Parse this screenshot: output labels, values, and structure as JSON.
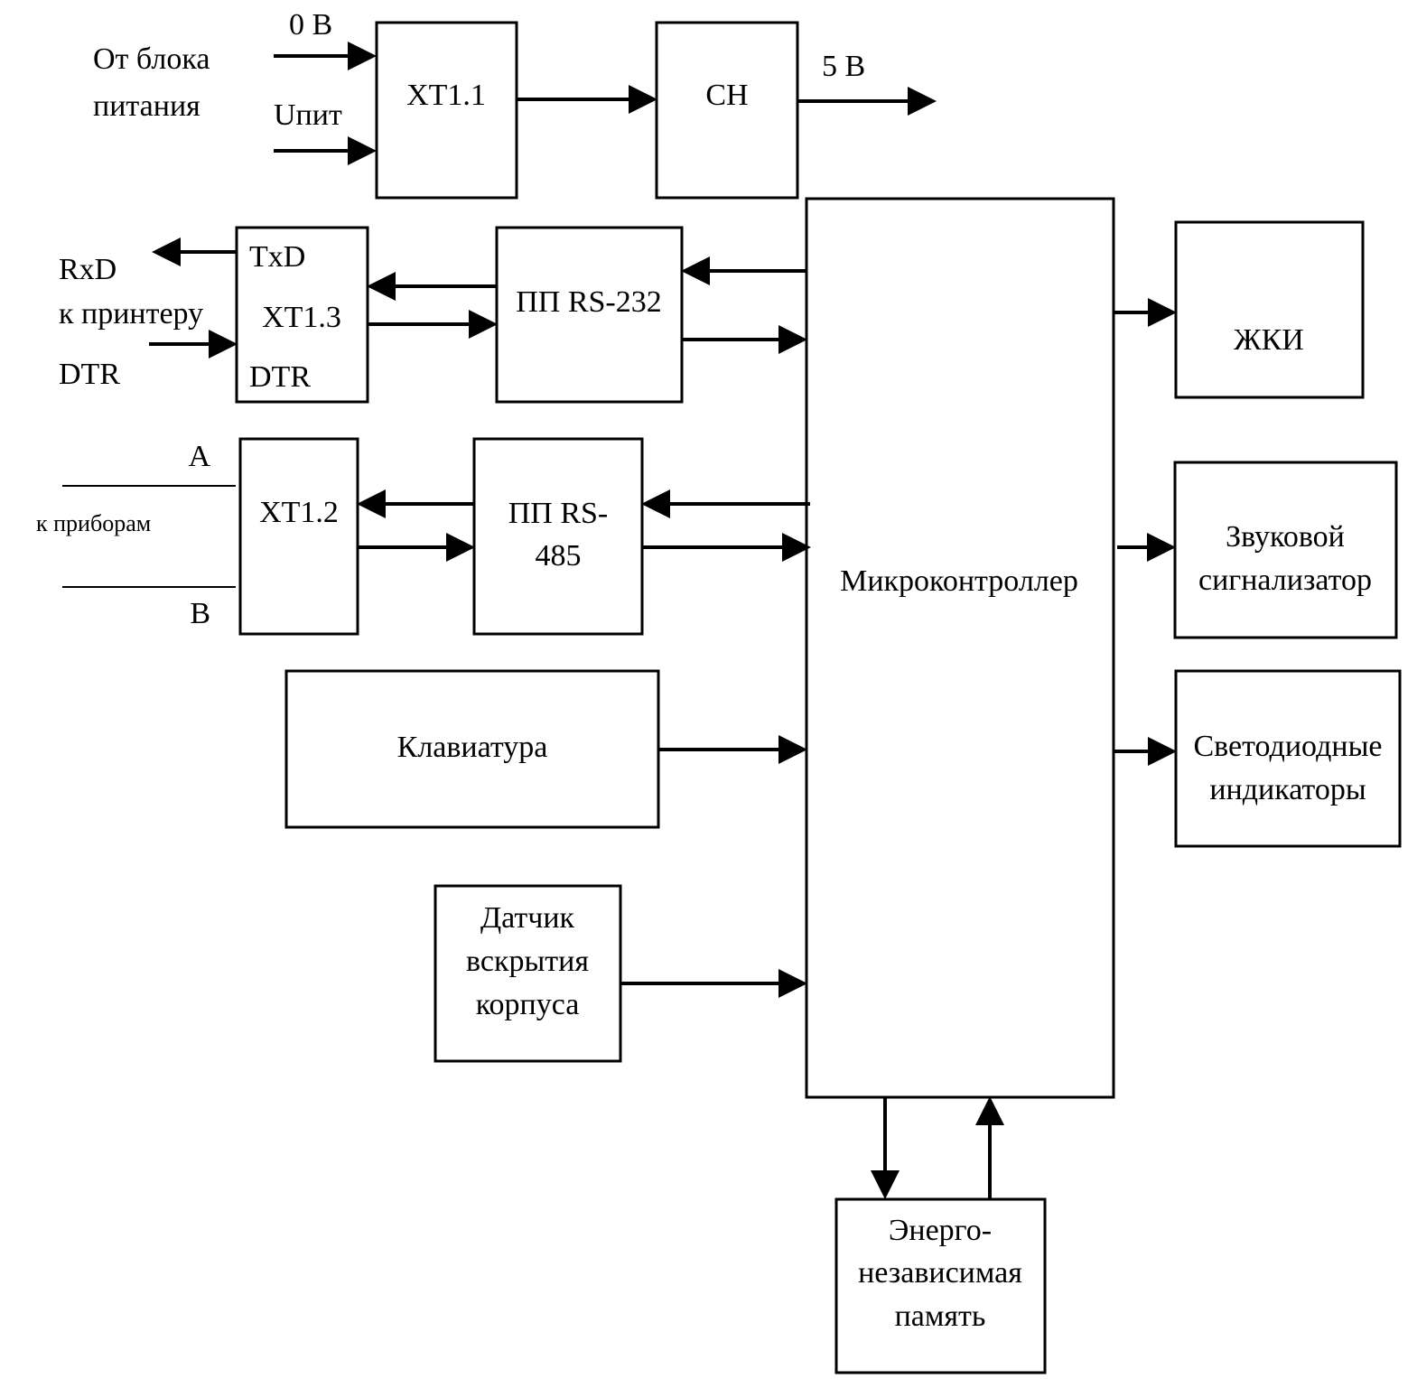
{
  "colors": {
    "stroke": "#000000",
    "background": "#ffffff"
  },
  "power": {
    "source_line1": "От блока",
    "source_line2": "питания",
    "zero_v": "0 В",
    "u_pit": "Uпит",
    "xt11": "XT1.1",
    "ch": "СН",
    "out_5v": "5 В"
  },
  "printer_port": {
    "rxd": "RxD",
    "to_printer": "к принтеру",
    "dtr_left": "DTR",
    "txd": "TxD",
    "xt13": "XT1.3",
    "dtr_inner": "DTR",
    "pp232": "ПП RS-232"
  },
  "device_port": {
    "a": "А",
    "to_devices": "к приборам",
    "b": "В",
    "xt12": "XT1.2",
    "pp485_line1": "ПП RS-",
    "pp485_line2": "485"
  },
  "keyboard": "Клавиатура",
  "sensor": {
    "line1": "Датчик",
    "line2": "вскрытия",
    "line3": "корпуса"
  },
  "mcu": "Микроконтроллер",
  "lcd": "ЖКИ",
  "buzzer": {
    "line1": "Звуковой",
    "line2": "сигнализатор"
  },
  "leds": {
    "line1": "Светодиодные",
    "line2": "индикаторы"
  },
  "memory": {
    "line1": "Энерго-",
    "line2": "независимая",
    "line3": "память"
  }
}
